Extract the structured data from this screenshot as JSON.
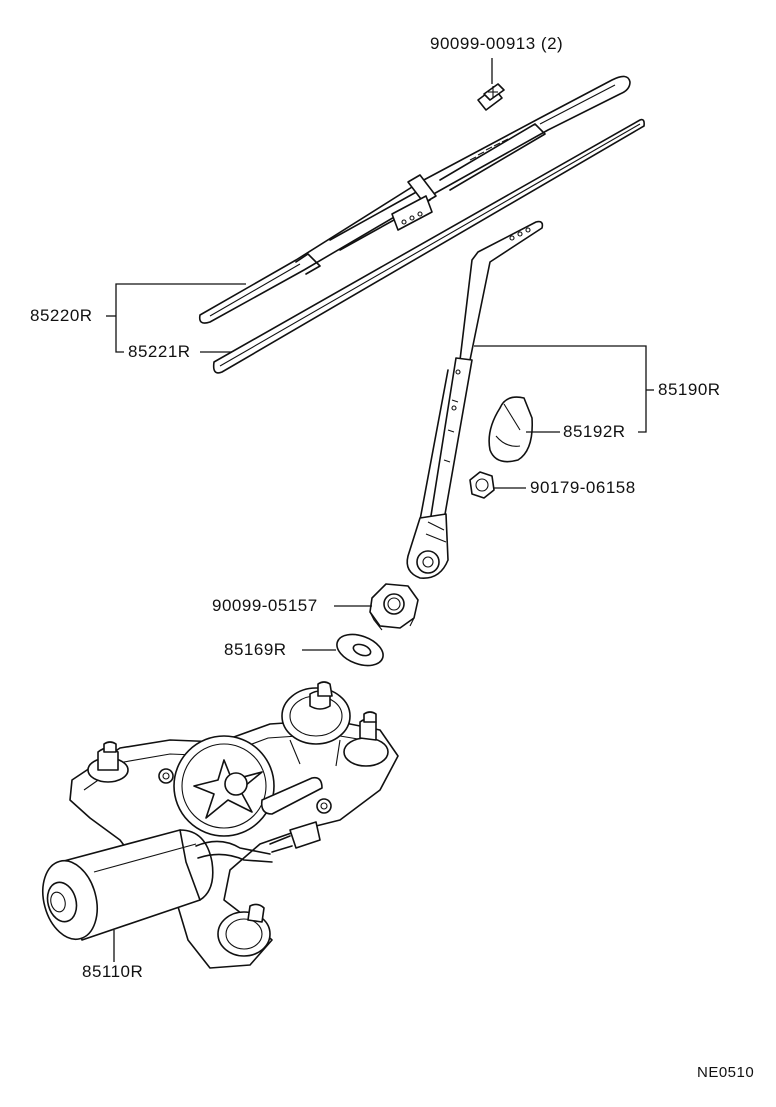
{
  "diagram": {
    "code": "NE0510",
    "parts": [
      {
        "id": "screw",
        "label": "90099-00913 (2)"
      },
      {
        "id": "blade",
        "label": "85220R"
      },
      {
        "id": "blade_insert",
        "label": "85221R"
      },
      {
        "id": "arm",
        "label": "85190R"
      },
      {
        "id": "arm_cap",
        "label": "85192R"
      },
      {
        "id": "arm_nut",
        "label": "90179-06158"
      },
      {
        "id": "pivot_nut",
        "label": "90099-05157"
      },
      {
        "id": "washer",
        "label": "85169R"
      },
      {
        "id": "motor",
        "label": "85110R"
      }
    ]
  }
}
